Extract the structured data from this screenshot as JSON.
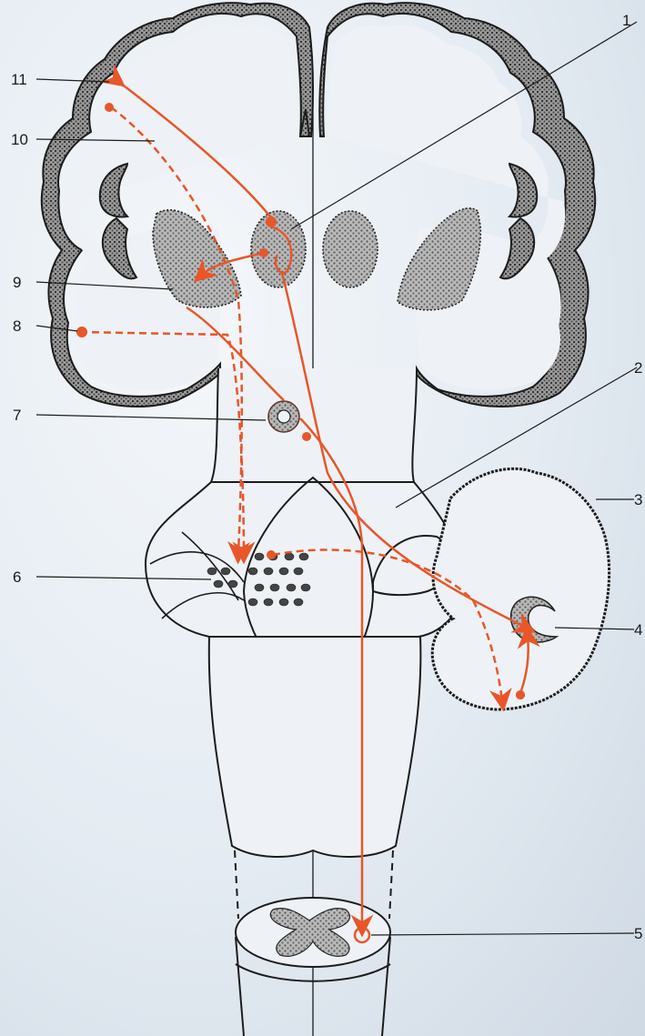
{
  "colors": {
    "outline": "#1c1c1c",
    "pathway": "#e8562a",
    "grey_matter": "#8f8f8f",
    "background": "#e4ebf2"
  },
  "labels": {
    "l1": "1",
    "l2": "2",
    "l3": "3",
    "l4": "4",
    "l5": "5",
    "l6": "6",
    "l7": "7",
    "l8": "8",
    "l9": "9",
    "l10": "10",
    "l11": "11"
  }
}
